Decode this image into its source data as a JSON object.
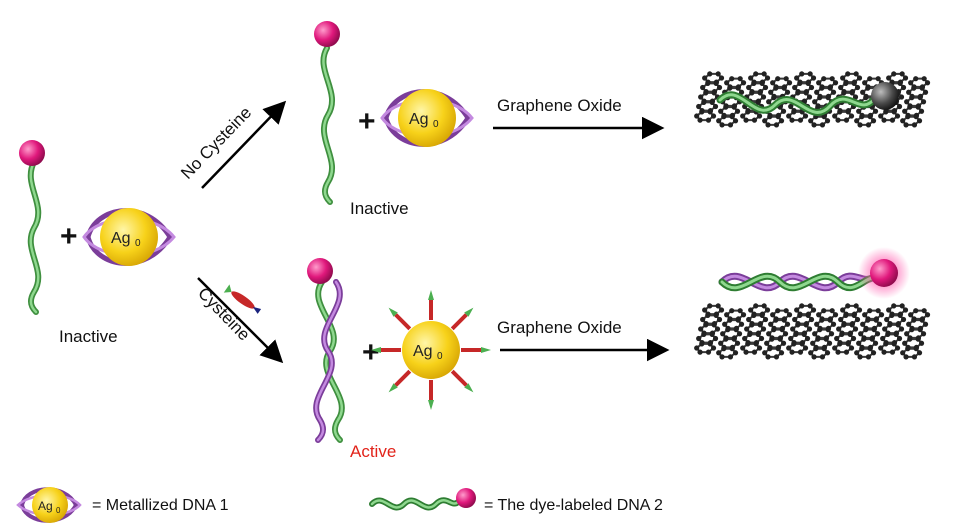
{
  "labels": {
    "inactive_left": "Inactive",
    "inactive_top": "Inactive",
    "active": "Active",
    "no_cysteine": "No Cysteine",
    "cysteine": "Cysteine",
    "graphene_oxide_top": "Graphene Oxide",
    "graphene_oxide_bottom": "Graphene Oxide",
    "plus": "+",
    "ag": "Ag",
    "ag_sub": "0"
  },
  "legend": {
    "metallized": "= Metallized DNA 1",
    "dye_labeled": "= The dye-labeled DNA 2"
  },
  "colors": {
    "dna_green": "#5cb85c",
    "dna_purple": "#a25ac3",
    "dye_pink": "#e0187c",
    "ag_yellow": "#f5c800",
    "active_red": "#e2231a",
    "graphene": "#3a3a3a"
  }
}
